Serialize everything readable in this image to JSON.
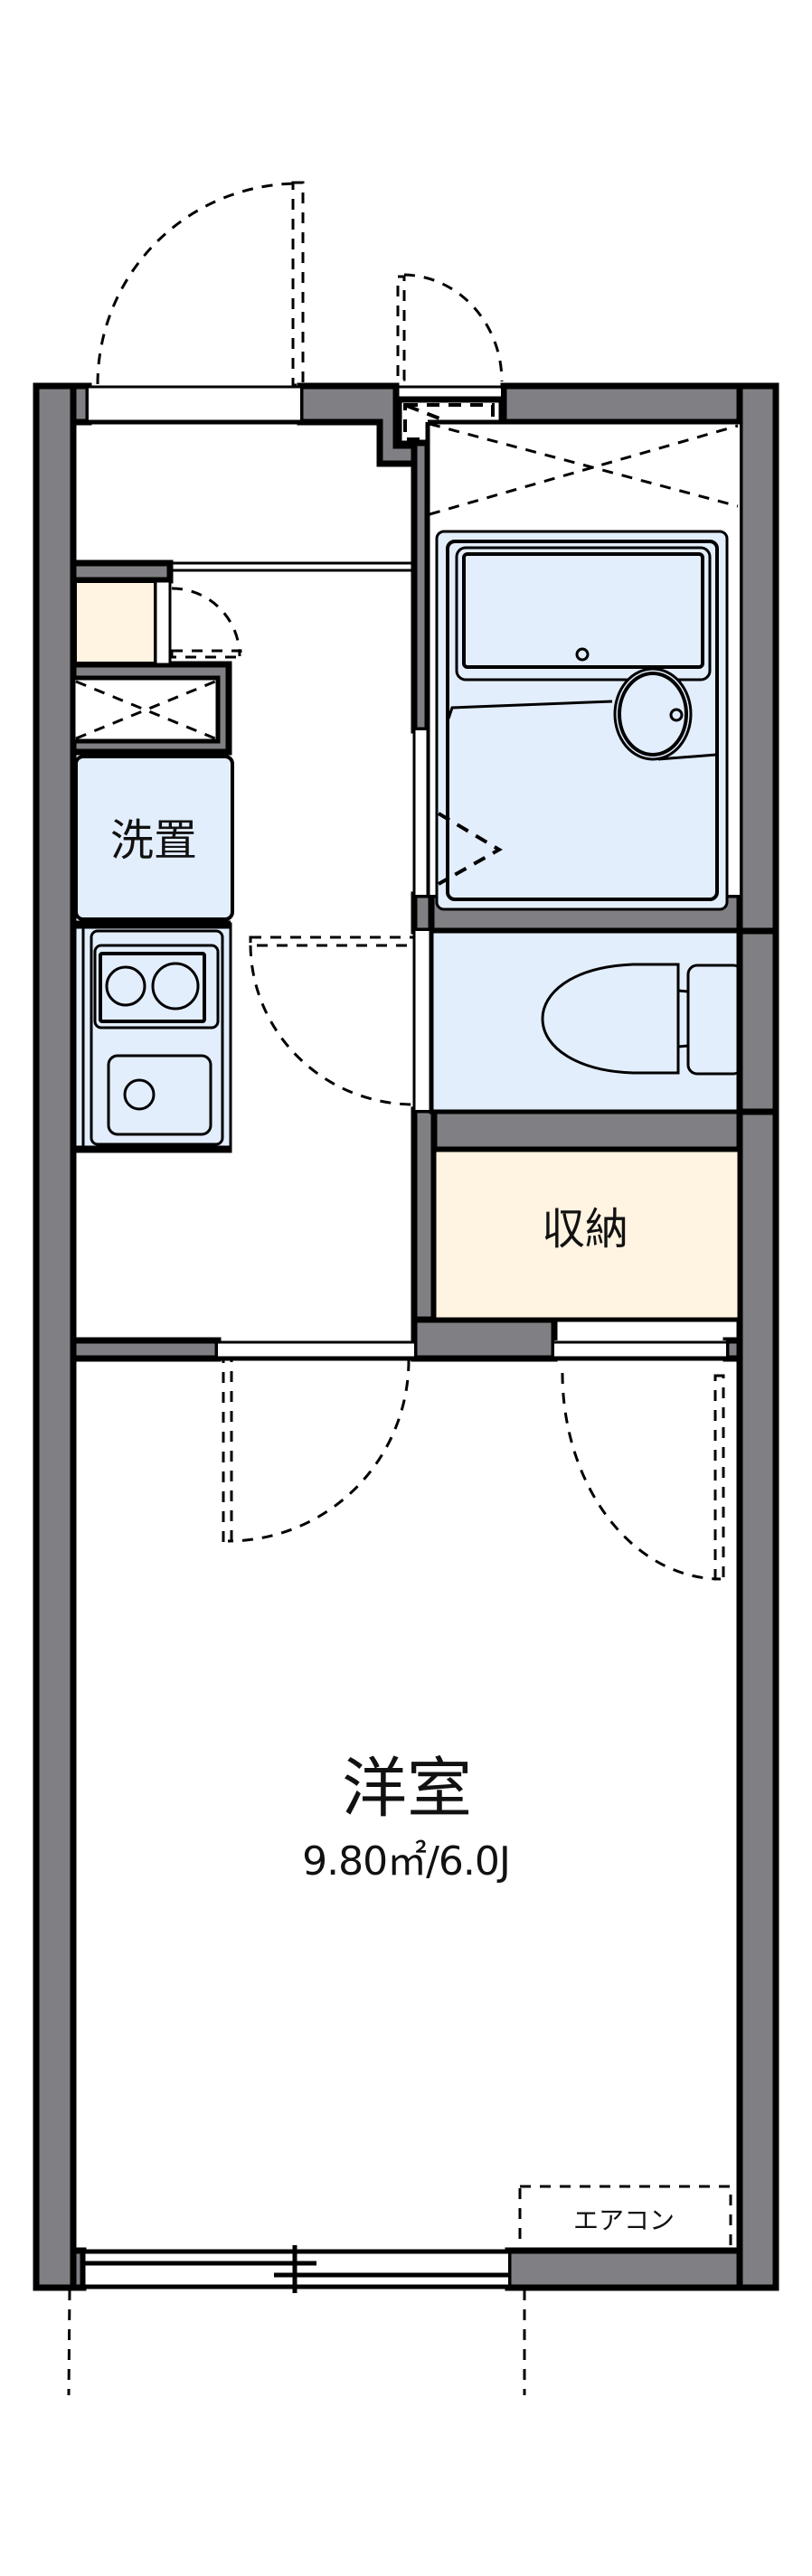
{
  "plan": {
    "type": "floor-plan",
    "layout": "1K"
  },
  "rooms": {
    "main_room": {
      "label": "洋室",
      "area": "9.80㎡/6.0J"
    },
    "storage": {
      "label": "収納"
    },
    "washer_space": {
      "label": "洗置"
    },
    "air_conditioner": {
      "label": "エアコン"
    }
  },
  "colors": {
    "wall": "#807f84",
    "wet_area": "#e3eefd",
    "storage": "#fff3e1",
    "outline": "#000000",
    "floor": "#ffffff"
  },
  "fixtures": [
    {
      "name": "bathtub-unit-bath"
    },
    {
      "name": "toilet"
    },
    {
      "name": "kitchen-2-burner-stove"
    },
    {
      "name": "kitchen-sink"
    },
    {
      "name": "washing-machine-space"
    },
    {
      "name": "shoe-cabinet"
    },
    {
      "name": "pipe-shaft"
    },
    {
      "name": "meter-box"
    },
    {
      "name": "balcony-sliding-window"
    }
  ]
}
